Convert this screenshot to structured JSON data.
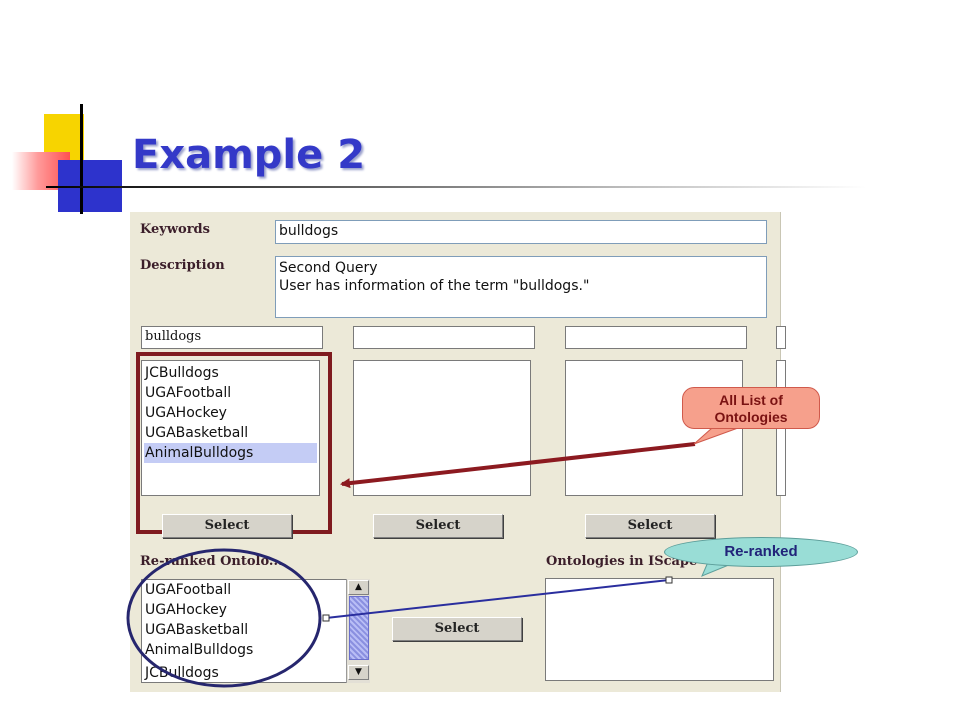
{
  "slide": {
    "title": "Example 2"
  },
  "form": {
    "keywords_label": "Keywords",
    "keywords_value": "bulldogs",
    "description_label": "Description",
    "description_lines": [
      "Second Query",
      "User has information of the term \"bulldogs.\""
    ]
  },
  "columns": [
    {
      "search_value": "bulldogs",
      "items": [
        "JCBulldogs",
        "UGAFootball",
        "UGAHockey",
        "UGABasketball",
        "AnimalBulldogs"
      ],
      "selected_item": "AnimalBulldogs",
      "select_label": "Select"
    },
    {
      "search_value": "",
      "items": [],
      "select_label": "Select"
    },
    {
      "search_value": "",
      "items": [],
      "select_label": "Select"
    }
  ],
  "reranked": {
    "label": "Re-ranked Ontolo...",
    "items": [
      "UGAFootball",
      "UGAHockey",
      "UGABasketball",
      "AnimalBulldogs",
      "JCBulldogs"
    ],
    "select_label": "Select"
  },
  "iscape": {
    "label": "Ontologies in IScape",
    "items": []
  },
  "callouts": {
    "all_list_line1": "All List of",
    "all_list_line2": "Ontologies",
    "reranked": "Re-ranked"
  },
  "colors": {
    "title": "#3439c8",
    "highlight_box": "#7f1b1f",
    "red_callout": "#f6a08c",
    "blue_callout": "#99ddd6",
    "circle": "#26266e",
    "panel_bg": "#ece9d8"
  },
  "icons": {
    "scroll_up": "up-arrow-icon",
    "scroll_down": "down-arrow-icon"
  }
}
